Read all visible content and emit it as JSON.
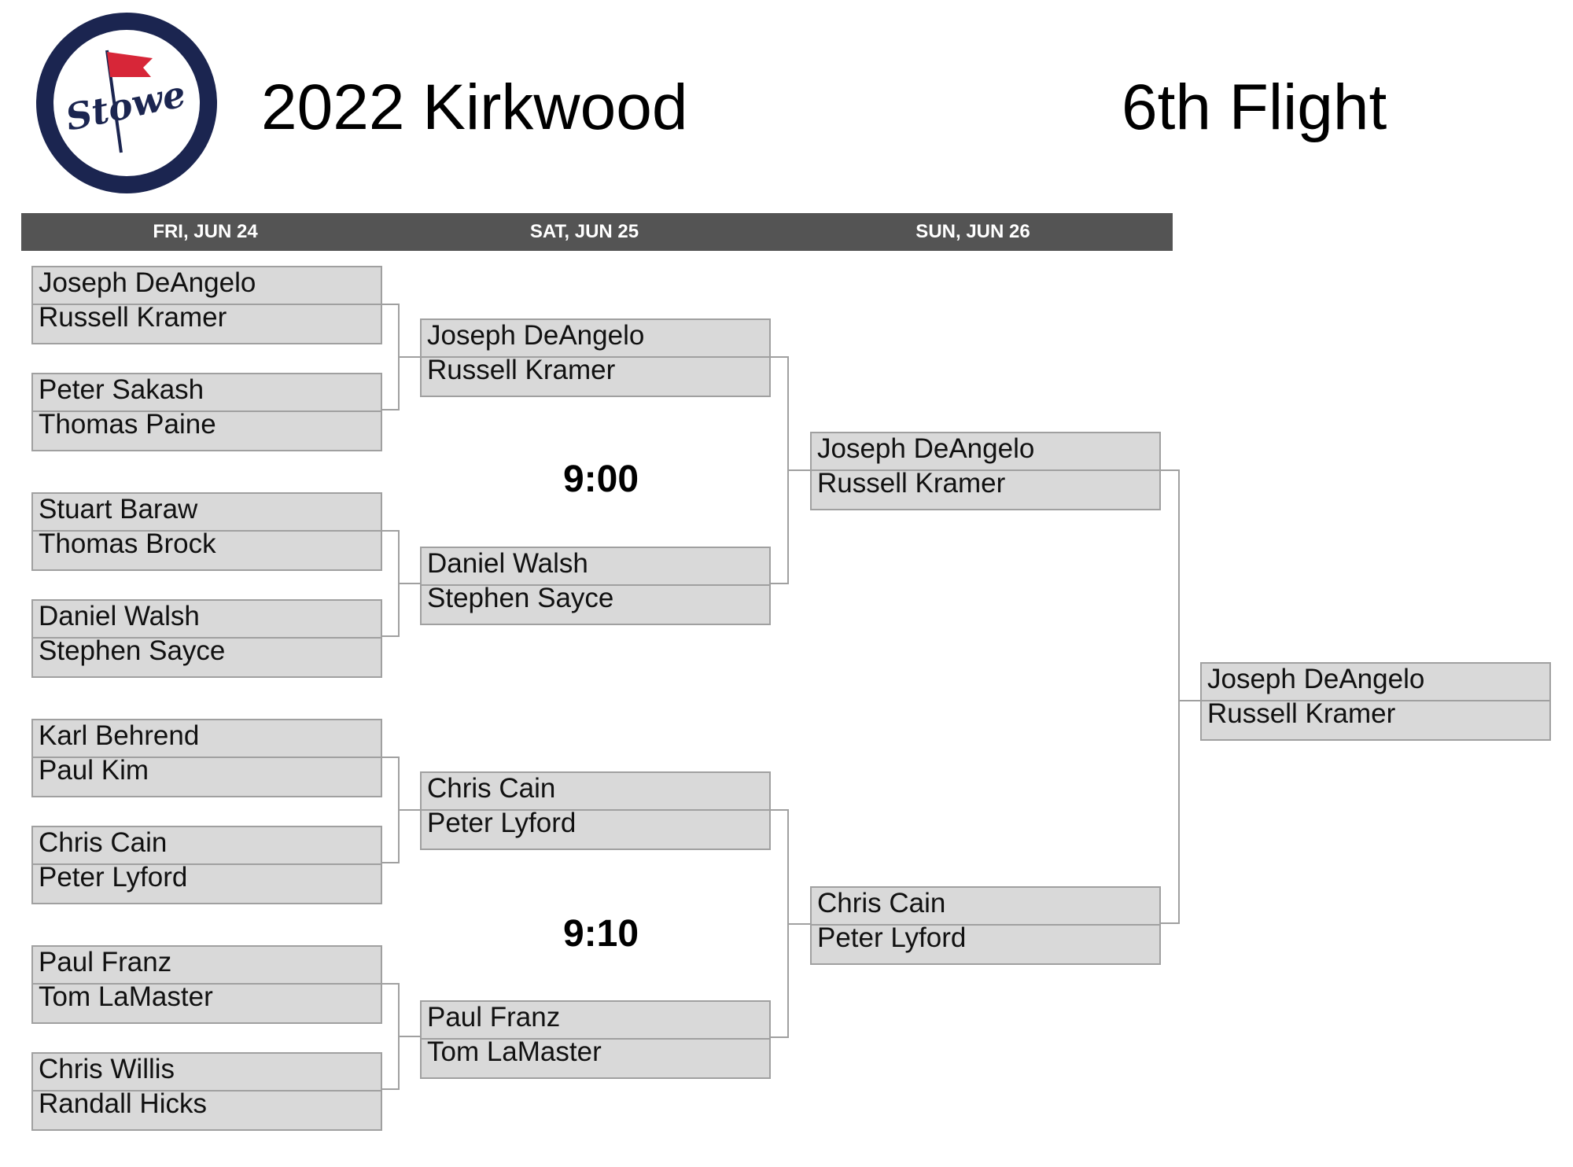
{
  "header": {
    "logo_text": "Stowe",
    "event_title": "2022 Kirkwood",
    "flight": "6th Flight"
  },
  "colors": {
    "logo_ring": "#1b2550",
    "flag": "#d72638",
    "date_bar": "#545454",
    "box_fill": "#d9d9d9",
    "box_border": "#a0a0a0"
  },
  "rounds": [
    {
      "date": "FRI, JUN 24"
    },
    {
      "date": "SAT, JUN 25"
    },
    {
      "date": "SUN, JUN 26"
    }
  ],
  "times": [
    "9:00",
    "9:10"
  ],
  "bracket": {
    "round1": [
      [
        "Joseph DeAngelo",
        "Russell Kramer"
      ],
      [
        "Peter Sakash",
        "Thomas Paine"
      ],
      [
        "Stuart Baraw",
        "Thomas Brock"
      ],
      [
        "Daniel Walsh",
        "Stephen Sayce"
      ],
      [
        "Karl Behrend",
        "Paul Kim"
      ],
      [
        "Chris Cain",
        "Peter Lyford"
      ],
      [
        "Paul Franz",
        "Tom LaMaster"
      ],
      [
        "Chris Willis",
        "Randall Hicks"
      ]
    ],
    "round2": [
      [
        "Joseph DeAngelo",
        "Russell Kramer"
      ],
      [
        "Daniel Walsh",
        "Stephen Sayce"
      ],
      [
        "Chris Cain",
        "Peter Lyford"
      ],
      [
        "Paul Franz",
        "Tom LaMaster"
      ]
    ],
    "round3": [
      [
        "Joseph DeAngelo",
        "Russell Kramer"
      ],
      [
        "Chris Cain",
        "Peter Lyford"
      ]
    ],
    "final": [
      [
        "Joseph DeAngelo",
        "Russell Kramer"
      ]
    ]
  }
}
